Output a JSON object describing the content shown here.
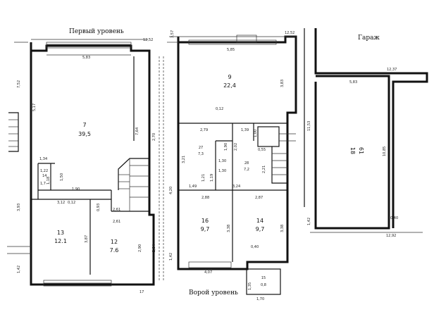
{
  "titles": {
    "level1": "Первый уровень",
    "level2": "Ворой уровень",
    "garage": "Гараж"
  },
  "level1": {
    "dims": {
      "total_width": "12,52",
      "top_width": "5,83",
      "left_top": "7,52",
      "inner_left": "5,17",
      "right_mid": "7,64",
      "right_small": "2,70",
      "left_bottom": "3,93",
      "bottom_left": "1,42",
      "d_1_34": "1,34",
      "d_1_22": "1,22",
      "d_1_18": "1,18",
      "d_1_50": "1,50",
      "d_1_90": "1,90",
      "d_3_12": "3,12",
      "d_0_12": "0,12",
      "d_0_93": "0,93",
      "d_3_87": "3,87",
      "d_2_61a": "2,61",
      "d_2_61b": "2,61",
      "d_2_90": "2,90",
      "d_2_84": "2,84",
      "d_17": "17"
    },
    "rooms": [
      {
        "num": "7",
        "area": "39,5"
      },
      {
        "num": "14",
        "area": "1,7"
      },
      {
        "num": "13",
        "area": "12.1"
      },
      {
        "num": "12",
        "area": "7.6"
      }
    ]
  },
  "level2": {
    "dims": {
      "total_width": "12,52",
      "top_width": "5,85",
      "left_top": "3,57",
      "right_top": "3,83",
      "d_0_12": "0,12",
      "d_2_79": "2,79",
      "d_1_39": "1,39",
      "d_1_00": "1,00",
      "d_0_55": "0,55",
      "d_3_21": "3,21",
      "d_1_90": "1,90",
      "d_2_02": "2,02",
      "d_1_30a": "1,30",
      "d_1_30b": "1,30",
      "d_1_21": "1,21",
      "d_1_19": "1,19",
      "d_2_21": "2,21",
      "d_4_20": "4,20",
      "d_1_49": "1,49",
      "d_3_24": "3,24",
      "d_2_88": "2,88",
      "d_2_87": "2,87",
      "d_3_38a": "3,38",
      "d_3_38b": "3,38",
      "d_0_40": "0,40",
      "d_1_42": "1,42",
      "d_4_07": "4,07",
      "d_1_35": "1,35",
      "d_1_70": "1,70"
    },
    "rooms": [
      {
        "num": "9",
        "area": "22,4"
      },
      {
        "num": "27",
        "area": "7,3"
      },
      {
        "num": "28",
        "area": "7,2"
      },
      {
        "num": "16",
        "area": "9,7"
      },
      {
        "num": "14",
        "area": "9,7"
      },
      {
        "num": "15",
        "area": "0,8"
      }
    ]
  },
  "garage": {
    "dims": {
      "top": "12,37",
      "inner_top": "5,83",
      "left": "11,53",
      "inner_right": "10,85",
      "bottom": "12,92",
      "d_0_40": "0,40",
      "d_1_42": "1,42"
    },
    "room": {
      "num": "18",
      "area": "61"
    }
  }
}
